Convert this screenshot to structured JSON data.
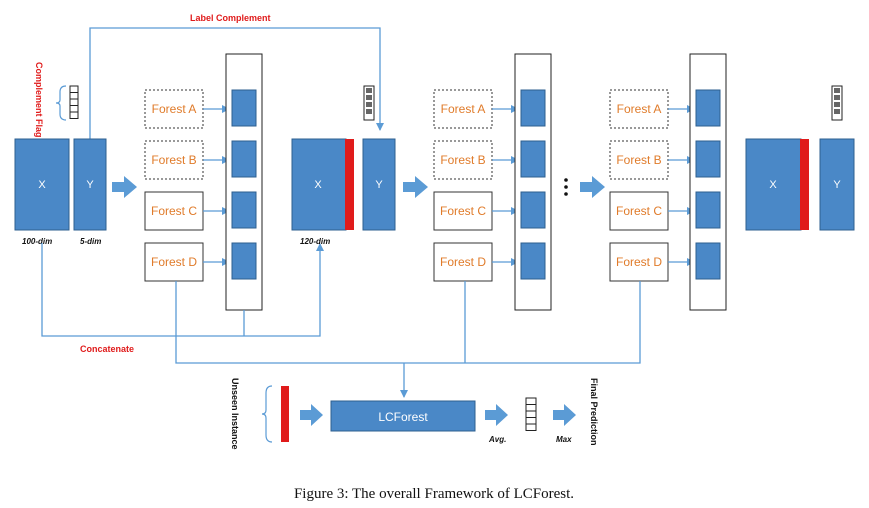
{
  "colors": {
    "block_blue": "#4a88c7",
    "block_stroke": "#2e5f8f",
    "line_blue": "#5b9bd5",
    "red": "#e01b1b",
    "forest_text": "#e07b2a"
  },
  "labels": {
    "label_complement": "Label Complement",
    "complement_flag": "Complement Flag",
    "concatenate": "Concatenate",
    "unseen_instance": "Unseen Instance",
    "final_prediction": "Final Prediction",
    "lcforest": "LCForest",
    "avg": "Avg.",
    "max": "Max",
    "x": "X",
    "y": "Y",
    "dim_100": "100-dim",
    "dim_5": "5-dim",
    "dim_120": "120-dim",
    "ellipsis": "⋮",
    "caption": "Figure 3: The overall Framework of LCForest."
  },
  "forests": [
    "Forest A",
    "Forest B",
    "Forest C",
    "Forest D"
  ],
  "forest_dotted": [
    true,
    true,
    false,
    false
  ]
}
